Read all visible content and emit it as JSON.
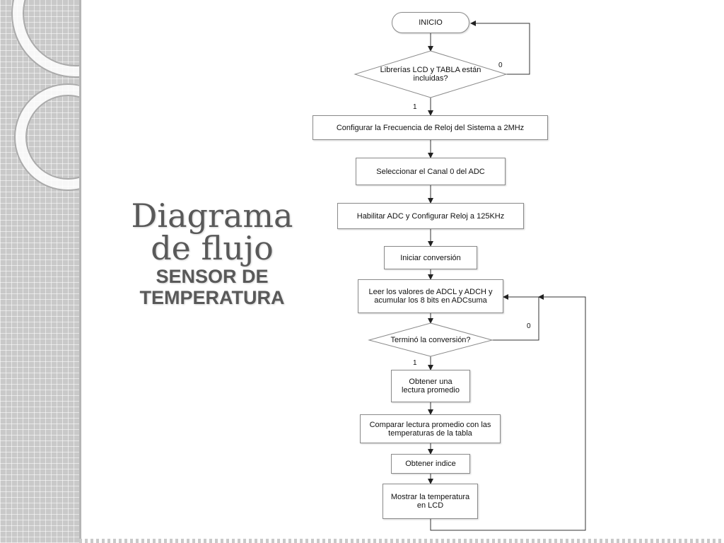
{
  "slide": {
    "title_line1": "Diagrama",
    "title_line2": "de flujo",
    "subtitle_line1": "SENSOR DE",
    "subtitle_line2": "TEMPERATURA"
  },
  "flowchart": {
    "start": "INICIO",
    "decision_libraries": "Librerías LCD y TABLA están incluidas?",
    "step_clock": "Configurar la Frecuencia de Reloj del Sistema a 2MHz",
    "step_channel": "Seleccionar el Canal 0 del ADC",
    "step_enable_adc": "Habilitar ADC y Configurar Reloj a 125KHz",
    "step_start_conversion": "Iniciar conversión",
    "step_read_values": "Leer los valores de ADCL y ADCH y acumular los 8 bits en ADCsuma",
    "decision_conversion": "Terminó la conversión?",
    "step_average": "Obtener una lectura promedio",
    "step_compare": "Comparar lectura promedio con las  temperaturas de la tabla",
    "step_index": "Obtener indice",
    "step_show": "Mostrar la temperatura en LCD",
    "branch_libraries_no": "0",
    "branch_libraries_yes": "1",
    "branch_conversion_no": "0",
    "branch_conversion_yes": "1"
  },
  "colors": {
    "sidebar": "#c9c9c9",
    "title_text": "#595959",
    "line": "#333333"
  }
}
